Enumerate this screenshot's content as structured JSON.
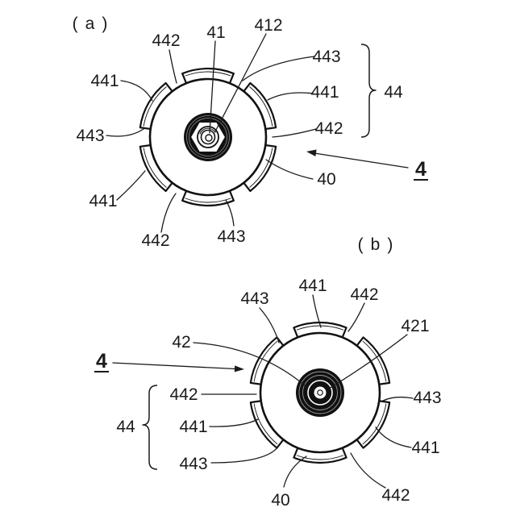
{
  "figure_a": {
    "caption": "(a)",
    "labels": [
      "442",
      "41",
      "412",
      "443",
      "441",
      "441",
      "44",
      "443",
      "442",
      "4",
      "40",
      "441",
      "442",
      "443"
    ]
  },
  "figure_b": {
    "caption": "(b)",
    "labels": [
      "441",
      "443",
      "442",
      "421",
      "42",
      "4",
      "442",
      "443",
      "44",
      "441",
      "443",
      "441",
      "40",
      "442"
    ]
  },
  "colors": {
    "line": "#111111",
    "background": "#ffffff"
  }
}
